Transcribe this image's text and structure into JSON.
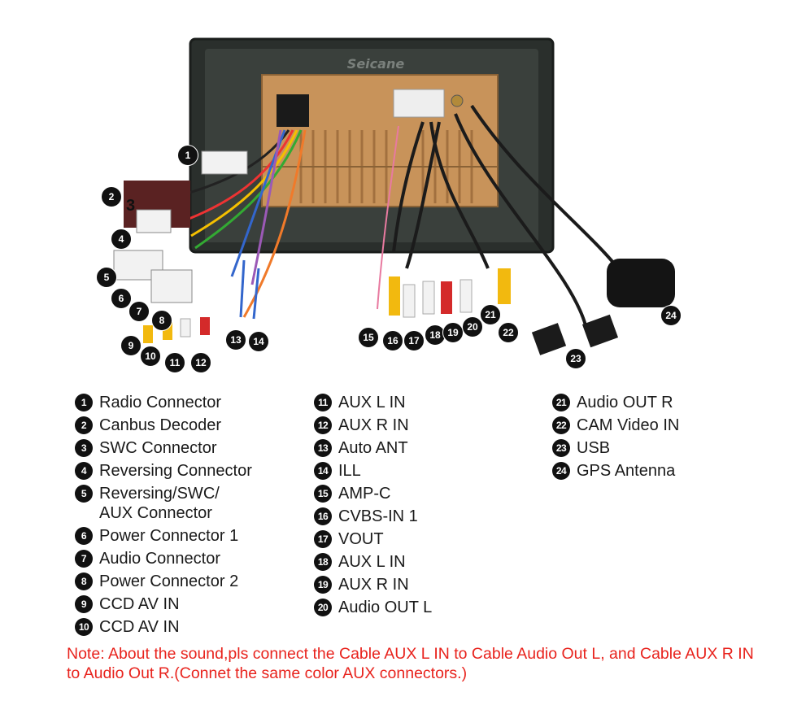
{
  "photo": {
    "brand": "Seicane",
    "callouts": [
      "1",
      "2",
      "3",
      "4",
      "5",
      "6",
      "7",
      "8",
      "9",
      "10",
      "11",
      "12",
      "13",
      "14",
      "15",
      "16",
      "17",
      "18",
      "19",
      "20",
      "21",
      "22",
      "23",
      "24"
    ]
  },
  "legend": {
    "col1": [
      {
        "num": "1",
        "label": "Radio Connector"
      },
      {
        "num": "2",
        "label": "Canbus Decoder"
      },
      {
        "num": "3",
        "label": "SWC Connector"
      },
      {
        "num": "4",
        "label": "Reversing Connector"
      },
      {
        "num": "5",
        "label": "Reversing/SWC/\nAUX Connector"
      },
      {
        "num": "6",
        "label": "Power Connector 1"
      },
      {
        "num": "7",
        "label": "Audio Connector"
      },
      {
        "num": "8",
        "label": "Power Connector 2"
      },
      {
        "num": "9",
        "label": "CCD AV IN"
      },
      {
        "num": "10",
        "label": "CCD AV IN"
      }
    ],
    "col2": [
      {
        "num": "11",
        "label": "AUX L IN"
      },
      {
        "num": "12",
        "label": "AUX R IN"
      },
      {
        "num": "13",
        "label": "Auto ANT"
      },
      {
        "num": "14",
        "label": "ILL"
      },
      {
        "num": "15",
        "label": "AMP-C"
      },
      {
        "num": "16",
        "label": "CVBS-IN 1"
      },
      {
        "num": "17",
        "label": "VOUT"
      },
      {
        "num": "18",
        "label": "AUX L IN"
      },
      {
        "num": "19",
        "label": "AUX R IN"
      },
      {
        "num": "20",
        "label": "Audio OUT L"
      }
    ],
    "col3": [
      {
        "num": "21",
        "label": "Audio OUT R"
      },
      {
        "num": "22",
        "label": "CAM Video IN"
      },
      {
        "num": "23",
        "label": "USB"
      },
      {
        "num": "24",
        "label": "GPS Antenna"
      }
    ]
  },
  "note": "Note: About the sound,pls connect the Cable AUX L IN to Cable Audio Out L, and Cable AUX R IN to  Audio Out R.(Connet the same color AUX connectors.)",
  "colors": {
    "note": "#e8231d",
    "badge": "#111111",
    "frame": "#2a2f2c",
    "chassis": "#c8935a",
    "rca_red": "#d42a2a",
    "rca_yellow": "#f2b90f",
    "rca_white": "#f2f2f2"
  }
}
